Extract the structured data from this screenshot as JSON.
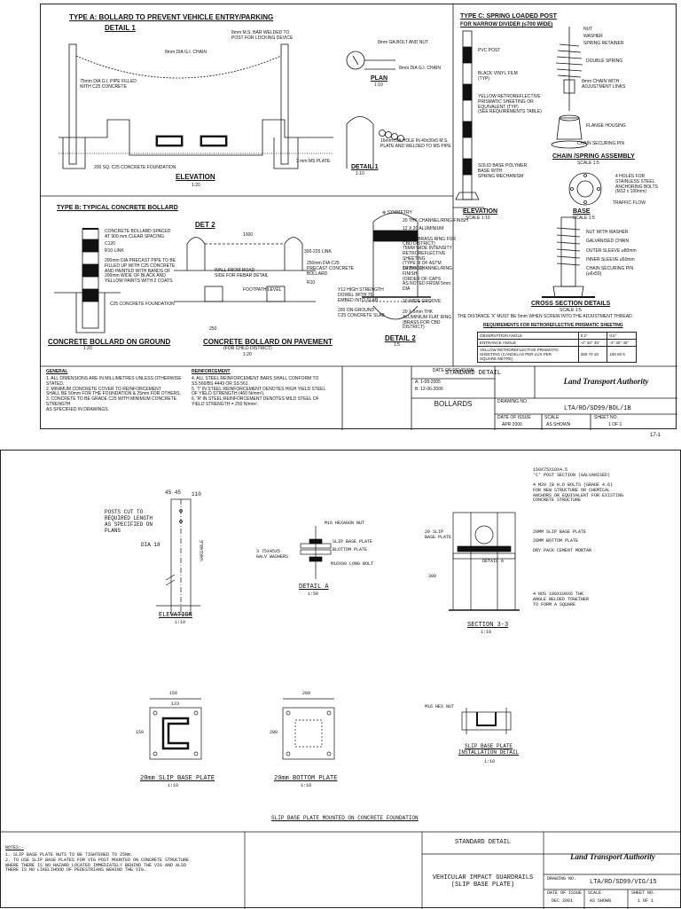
{
  "sheet1": {
    "type_a_title": "TYPE A: BOLLARD TO PREVENT VEHICLE ENTRY/PARKING",
    "detail_1_title": "DETAIL 1",
    "elevation_title": "ELEVATION",
    "elevation_scale": "1:20",
    "plan_title": "PLAN",
    "plan_scale": "1:10",
    "detail_1b_title": "DETAIL 1",
    "detail_1b_scale": "1:10",
    "a_labels": {
      "bar_welded": "8mm M.S. BAR WELDED TO\nPOST FOR LOCKING DEVICE",
      "chain_top": "8mm DIA G.I. CHAIN",
      "pipe_filled": "75mm DIA G.I. PIPE FILLED\nWITH C25 CONCRETE",
      "foundation": "200 SQ. C25 CONCRETE FOUNDATION",
      "ms_plate": "3 mm MS PLATE",
      "eye_bolt": "8mm GA.BOLT AND NUT",
      "chain_plan": "8mm DIA G.I. CHAIN",
      "hole_plate": "16mm DIA HOLE IN 40x30x5 M.S.\nPLATE AND WELDED TO MS PIPE"
    },
    "type_c_title": "TYPE C: SPRING LOADED POST",
    "type_c_subtitle": "FOR NARROW DIVIDER (≤700 WIDE)",
    "c_labels": {
      "pvc_post": "PVC POST",
      "vinyl": "BLACK VINYL FILM\n(TYP)",
      "sheeting": "YELLOW RETROREFLECTIVE\nPRISMATIC SHEETING OR\nEQUIVALENT (TYP)\n(SEE REQUIREMENTS TABLE)",
      "base_plate": "SOLID BASE POLYMER\nBASE WITH\nSPRING MECHANISM",
      "nut": "NUT",
      "washer": "WASHER",
      "retainer": "SPRING RETAINER",
      "double_spring": "DOUBLE SPRING",
      "chain_adj": "8mm CHAIN WITH\nADJUSTMENT LINKS",
      "flange": "FLANGE HOUSING",
      "chain_pin": "CHAIN SECURING PIN",
      "holes": "4 HOLES FOR\nSTAINLESS STEEL\nANCHORING BOLTS\n(M12 x 100mm)",
      "traffic_flow": "TRAFFIC FLOW",
      "nut_washer": "NUT WITH WASHER",
      "galv_chain": "GALVANISED CHAIN",
      "outer_sleeve": "OUTER SLEEVE ⌀80mm",
      "inner_sleeve": "INNER SLEEVE ⌀50mm",
      "chain_pin2": "CHAIN SECURING PIN\n(⌀6x50)"
    },
    "c_elevation_title": "ELEVATION",
    "c_elevation_scale": "SCALE 1:10",
    "chain_assembly_title": "CHAIN /SPRING ASSEMBLY",
    "chain_assembly_scale": "SCALE 1:5",
    "base_title": "BASE",
    "base_scale": "SCALE 1:5",
    "cross_section_title": "CROSS SECTION DETAILS",
    "cross_section_scale": "SCALE 1:5",
    "cross_section_note": "THE DISTANCE 'X' MUST BE 5mm WHEN SCREW INTO THE ADJUSTMENT THREAD.",
    "requirements_title": "REQUIREMENTS FOR RETROREFLECTIVE PRISMATIC SHEETING",
    "requirements": {
      "headers": [
        "OBSERVATION ANGLE",
        "0.2°",
        "0.5°"
      ],
      "row1": [
        "ENTRANCE ANGLE",
        "-4°  30°  45°",
        "-4°  30°  45°"
      ],
      "row2": [
        "YELLOW RETROREFLECTIVE PRISMATIC\nSHEETING (CANDELAS PER LUX PER\nSQUARE METRE)",
        "380  70  18",
        "160  60  5"
      ]
    },
    "type_b_title": "TYPE B: TYPICAL CONCRETE BOLLARD",
    "b_labels": {
      "spaced": "CONCRETE BOLLARD SPACED\nAT 900 mm CLEAR SPACING",
      "c120_link": "C120",
      "link": "R10 LINK",
      "pipe_filled": "200mm DIA PRECAST PIPE TO BE\nFILLED UP WITH C25 CONCRETE\nAND PAINTED WITH BANDS OF\n200mm WIDE OF BLACK AND\nYELLOW PAINTS WITH 2 COATS",
      "c25_found": "C25 CONCRETE FOUNDATION",
      "r10_link": "300-225 LINK",
      "precast": "250mm DIA C25\nPRECAST CONCRETE\nBOLLARD",
      "bar_r10": "R10",
      "wall": "WALL FROM ROAD\nSIDE FOR REBAR DETAIL",
      "footpath": "FOOTPATH LEVEL",
      "span": "1000",
      "dim_250": "250",
      "sym": "⊕ SYMMETRY",
      "ring1": "20 THK CHANNEL/RING FINISH",
      "ring2": "12 X 20 ALUMINIUM RING\n(GOLD BRASS RING FOR\nCBD DISTRICT)",
      "sheet": "75MM WIDE INTENSITY\nRETROREFLECTIVE SHEETING\n(TYPE III OF ASTM D4956-04)",
      "ring3": "10 THK CHANNEL/RING FINISH\n(ORDER OF CAPS\nAS NOTED FROM 5mm DIA",
      "groove": "10 WIDE GROOVE",
      "ring4": "20 X 5mm THK\nALUMINIUM FLAT RING\n(BRASS FOR CBD DISTRICT)",
      "c25_slab": "200 ON-GROUND\nC25 CONCRETE SLAB",
      "dowel": "Y12 HIGH STRENGTH\nDOWEL WITH 75\nEMBED INTO SLAB"
    },
    "det2_title": "DET 2",
    "bollard_ground_title": "CONCRETE BOLLARD ON GROUND",
    "bollard_ground_scale": "1:20",
    "bollard_pavement_title": "CONCRETE BOLLARD ON PAVEMENT",
    "bollard_pavement_sub": "(FOR CHILD DISTRICT)",
    "bollard_pavement_scale": "1:20",
    "detail2_title": "DETAIL 2",
    "detail2_scale": "1:5",
    "general_title": "GENERAL",
    "general_notes": "1. ALL DIMENSIONS ARE IN MILLIMETRES UNLESS OTHERWISE STATED.\n2. MINIMUM CONCRETE COVER TO REINFORCEMENT\n   SHALL BE 50mm FOR THE FOUNDATION & 25mm FOR OTHERS.\n3. CONCRETE TO BE GRADE C25 WITH MINIMUM CONCRETE STRENGTH\n   AS SPECIFIED IN DRAWINGS.",
    "reinf_title": "REINFORCEMENT",
    "reinf_notes": "4. ALL STEEL REINFORCEMENT BARS SHALL CONFORM TO\n   SS 560/BS 4449 OR SS 561.\n5. 'T' IN STEEL REINFORCEMENT DENOTES HIGH YIELD STEEL\n   OF YIELD STRENGTH (460 N/mm²).\n6. 'R' IN STEEL REINFORCEMENT DENOTES MILD STEEL OF\n   YIELD STRENGTH = 250 N/mm².",
    "revision_header": "DATE OF REVISION",
    "revisions": [
      "A. 1-08-2005",
      "B. 12-06-2009"
    ],
    "std_detail": "STANDARD   DETAIL",
    "title": "BOLLARDS",
    "logo": "Land Transport Authority",
    "drawing_no_label": "DRAWING NO.",
    "drawing_no": "LTA/RD/SD99/BOL/1B",
    "date_issue_label": "DATE OF ISSUE",
    "date_issue": "APR 2000",
    "scale_label": "SCALE",
    "scale": "AS SHOWN",
    "sheet_no_label": "SHEET NO.",
    "sheet_no": "1 OF 1",
    "page_ref": "17-1"
  },
  "sheet2": {
    "elev_labels": {
      "posts_cut": "POSTS CUT TO\nREQUIRED LENGTH\nAS SPECIFIED ON\nPLANS",
      "dia": "DIA 18",
      "dim_110": "110",
      "variable": "VARIABLE",
      "dim_top": "45  45"
    },
    "elevation_title": "ELEVATION",
    "elevation_scale": "1:10",
    "detail_a_labels": {
      "hex_nut": "M16 HEXAGON NUT",
      "slip_plate": "SLIP BASE PLATE",
      "bottom_plate": "BLOTTOM PLATE",
      "bolt": "M16X90 LONG BOLT",
      "washers": "3 75X45X5\nGALV WASHERS"
    },
    "detail_a_title": "DETAIL A",
    "detail_a_scale": "1:50",
    "section_labels": {
      "c_post": "150X75X18X4.5\n'C' POST SECTION (GALVANISED)",
      "bolts": "4 M20 (B H.D BOLTS (GRADE 4.6)\nFOR NEW STRUCTURE OR CHEMICAL\nANCHORS OR EQUIVALENT FOR EXISTING\nCONCRETE STRUCTURE",
      "slip_20": "20MM SLIP BASE PLATE",
      "bottom_20": "20MM BOTTOM PLATE",
      "dry_pack": "DRY PACK CEMENT MORTAR",
      "slip_left": "20 SLIP\nBASE PLATE",
      "detail_a_ref": "DETAIL A",
      "dim_300": "300",
      "angles": "4 NOS 100X100X6 THK\nANGLE WELDED TOGETHER\nTO FORM A SQUARE"
    },
    "section_title": "SECTION 3-3",
    "section_scale": "1:10",
    "slip_plate_title": "20mm  SLIP  BASE  PLATE",
    "slip_plate_scale": "1:10",
    "slip_plate_dims": {
      "top": "150",
      "mid": "123",
      "side": "150"
    },
    "bottom_plate_title": "20mm  BOTTOM  PLATE",
    "bottom_plate_scale": "1:10",
    "bottom_plate_dims": {
      "top": "280",
      "side": "280"
    },
    "install_labels": {
      "hex_nut": "M16 HEX NUT"
    },
    "install_title": "SLIP BASE PLATE\nINSTALLATION DETAIL",
    "install_scale": "1:10",
    "mounted_title": "SLIP BASE PLATE MOUNTED ON CONCRETE FOUNDATION",
    "notes_title": "NOTES:-",
    "notes": "1. SLIP BASE PLATE NUTS TO BE TIGHTENED TO 25Nm.\n2. TO USE SLIP BASE PLATES FOR VIG POST MOUNTED ON CONCRETE STRUCTURE\n   WHERE THERE IS NO HAZARD LOCATED IMMEDIATELY BEHIND THE VIG AND ALSO\n   THERE IS NO LIKELIHOOD OF PEDESTRIANS BEHIND THE VIG.",
    "std_detail": "STANDARD   DETAIL",
    "title": "VEHICULAR IMPACT GUARDRAILS\n(SLIP BASE PLATE)",
    "logo": "Land Transport Authority",
    "drawing_no_label": "DRAWING NO.",
    "drawing_no": "LTA/RD/SD99/VIG/15",
    "date_issue_label": "DATE OF ISSUE",
    "date_issue": "DEC 2001",
    "scale_label": "SCALE",
    "scale": "AS SHOWN",
    "sheet_no_label": "SHEET NO.",
    "sheet_no": "1 OF 1"
  }
}
